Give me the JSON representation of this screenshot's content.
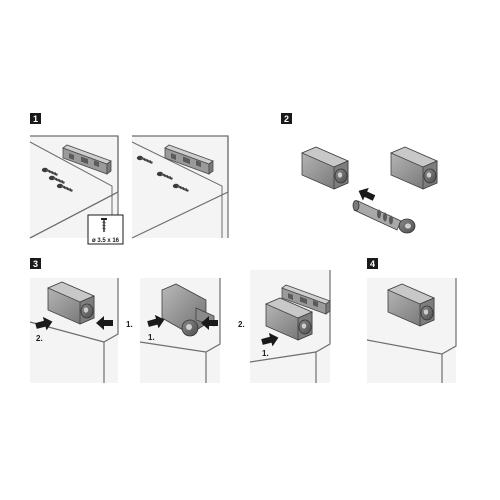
{
  "steps": [
    {
      "number": "1"
    },
    {
      "number": "2"
    },
    {
      "number": "3"
    },
    {
      "number": "4"
    }
  ],
  "screw_spec": "ø 3.5 x 16",
  "order_labels": {
    "first": "1.",
    "second": "2."
  },
  "colors": {
    "panel": "#f4f4f4",
    "panel_edge": "#6e6e6e",
    "housing": "#9a9a9a",
    "housing_dark": "#6f6f6f",
    "arrow": "#1a1a1a",
    "badge": "#1a1a1a"
  },
  "icons": [
    "screw-icon",
    "push-arrow-icon",
    "push-latch-icon",
    "mounting-plate-icon",
    "plunger-icon"
  ]
}
